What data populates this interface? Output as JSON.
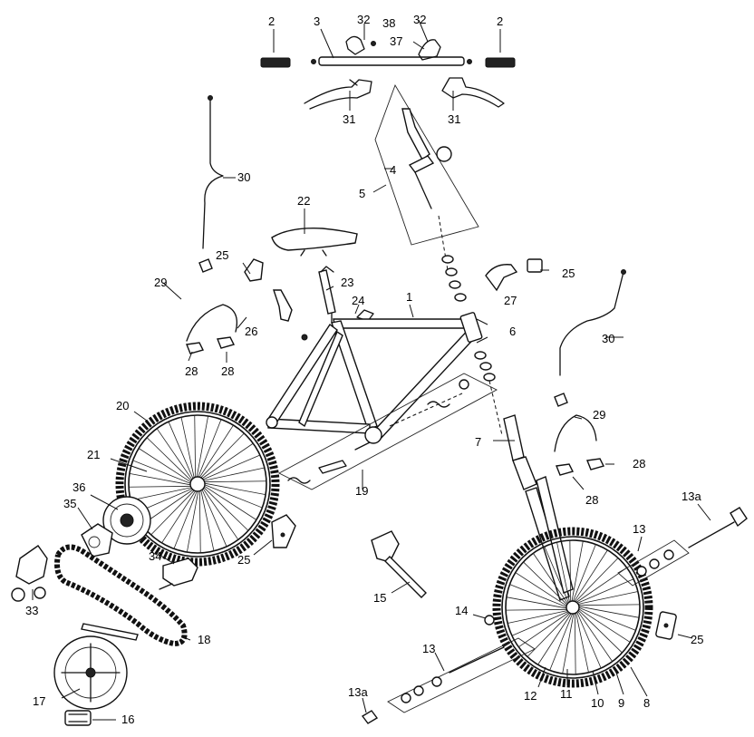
{
  "callouts": {
    "c1": "1",
    "c2a": "2",
    "c2b": "2",
    "c3": "3",
    "c4": "4",
    "c5": "5",
    "c6": "6",
    "c7": "7",
    "c8": "8",
    "c9": "9",
    "c10": "10",
    "c11": "11",
    "c12": "12",
    "c13a_label": "13",
    "c13b_label": "13",
    "c13a1": "13a",
    "c13a2": "13a",
    "c14": "14",
    "c15": "15",
    "c16": "16",
    "c17": "17",
    "c18": "18",
    "c19": "19",
    "c20": "20",
    "c21": "21",
    "c22": "22",
    "c23": "23",
    "c24": "24",
    "c25a": "25",
    "c25b": "25",
    "c25c": "25",
    "c25d": "25",
    "c26": "26",
    "c27": "27",
    "c28a": "28",
    "c28b": "28",
    "c28c": "28",
    "c28d": "28",
    "c29a": "29",
    "c29b": "29",
    "c30a": "30",
    "c30b": "30",
    "c31a": "31",
    "c31b": "31",
    "c32a": "32",
    "c32b": "32",
    "c33": "33",
    "c34": "34",
    "c35": "35",
    "c36": "36",
    "c37": "37",
    "c38": "38"
  }
}
